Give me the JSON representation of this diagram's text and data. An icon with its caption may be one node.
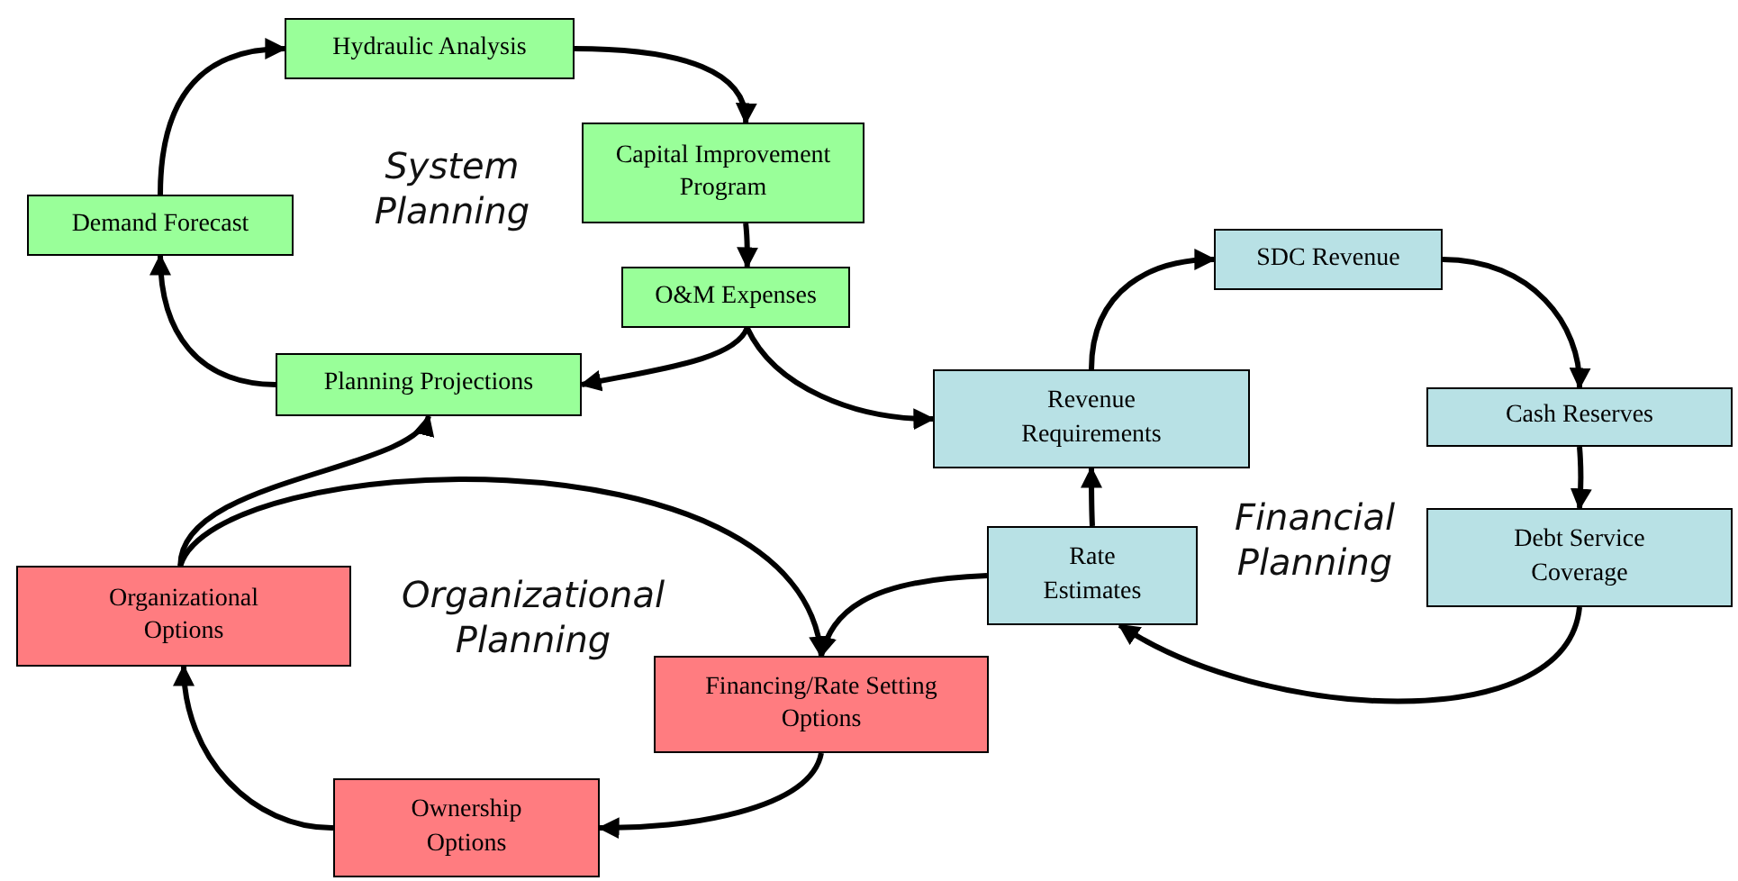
{
  "diagram": {
    "nodes": [
      {
        "text": [
          "Hydraulic Analysis"
        ]
      },
      {
        "text": [
          "Demand Forecast"
        ]
      },
      {
        "text": [
          "Capital Improvement Program"
        ]
      },
      {
        "text": [
          "O&M Expenses"
        ]
      },
      {
        "text": [
          "Planning Projections"
        ]
      },
      {
        "text": [
          "SDC Revenue"
        ]
      },
      {
        "text": [
          "Revenue Requirements"
        ]
      },
      {
        "text": [
          "Cash Reserves"
        ]
      },
      {
        "text": [
          "Rate Estimates"
        ]
      },
      {
        "text": [
          "Debt Service Coverage"
        ]
      },
      {
        "text": [
          "Organizational Options"
        ]
      },
      {
        "text": [
          "Financing/Rate Setting Options"
        ]
      },
      {
        "text": [
          "Ownership Options"
        ]
      }
    ],
    "edges": [
      {
        "from": 1,
        "to": 0,
        "arrow": "to"
      },
      {
        "from": 0,
        "to": 2,
        "arrow": "to"
      },
      {
        "from": 2,
        "to": 3,
        "arrow": "to"
      },
      {
        "from": 3,
        "to": 4,
        "arrow": "to"
      },
      {
        "from": 3,
        "to": 6,
        "arrow": "to"
      },
      {
        "from": 4,
        "to": 1,
        "arrow": "to"
      },
      {
        "from": 10,
        "to": 4,
        "arrow": "to"
      },
      {
        "from": 10,
        "to": 11,
        "arrow": "to"
      },
      {
        "from": 8,
        "to": 11,
        "arrow": "to"
      },
      {
        "from": 8,
        "to": 6,
        "arrow": "to"
      },
      {
        "from": 6,
        "to": 5,
        "arrow": "to"
      },
      {
        "from": 5,
        "to": 7,
        "arrow": "to"
      },
      {
        "from": 7,
        "to": 9,
        "arrow": "to"
      },
      {
        "from": 9,
        "to": 8,
        "arrow": "to"
      },
      {
        "from": 11,
        "to": 12,
        "arrow": "to"
      },
      {
        "from": 12,
        "to": 10,
        "arrow": "to"
      }
    ],
    "labels": [
      "System Planning",
      "Financial Planning",
      "Organizational Planning"
    ]
  }
}
